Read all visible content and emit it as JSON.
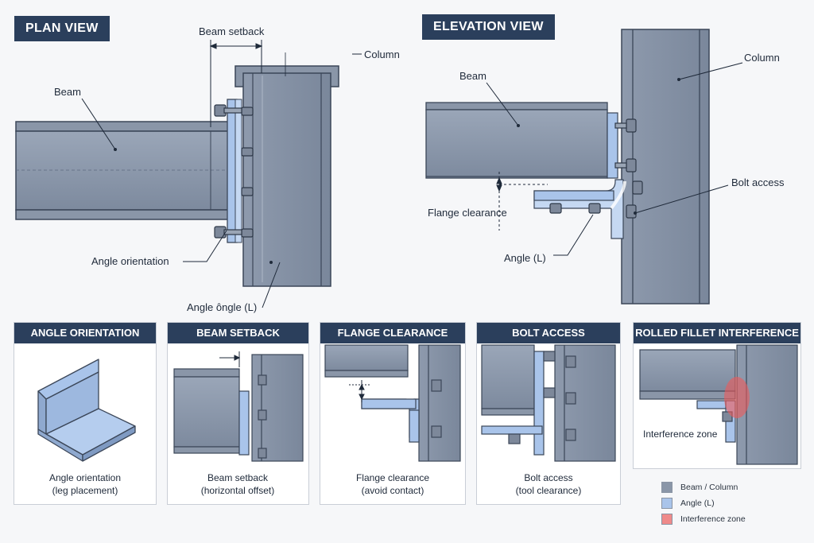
{
  "plan_view": {
    "title": "PLAN VIEW",
    "labels": {
      "beam_setback": "Beam setback",
      "column": "Column",
      "beam": "Beam",
      "angle_orientation": "Angle orientation",
      "angle": "Angle ôngle (L)"
    }
  },
  "elevation_view": {
    "title": "ELEVATION VIEW",
    "labels": {
      "column": "Column",
      "beam": "Beam",
      "bolt_access": "Bolt access",
      "flange_clearance": "Flange clearance",
      "angle": "Angle (L)"
    }
  },
  "panels": [
    {
      "title": "ANGLE ORIENTATION",
      "caption": "Angle orientation",
      "sub": "(leg placement)"
    },
    {
      "title": "BEAM SETBACK",
      "caption": "Beam setback",
      "sub": "(horizontal offset)"
    },
    {
      "title": "FLANGE CLEARANCE",
      "caption": "Flange clearance",
      "sub": "(avoid contact)"
    },
    {
      "title": "BOLT ACCESS",
      "caption": "Bolt access",
      "sub": "(tool clearance)"
    },
    {
      "title": "ROLLED FILLET INTERFERENCE",
      "annotation": "Interference zone"
    }
  ],
  "legend": [
    {
      "label": "Beam / Column",
      "color": "#8a96a8"
    },
    {
      "label": "Angle (L)",
      "color": "#a9c4ea"
    },
    {
      "label": "Interference zone",
      "color": "#ef8a8a"
    }
  ]
}
